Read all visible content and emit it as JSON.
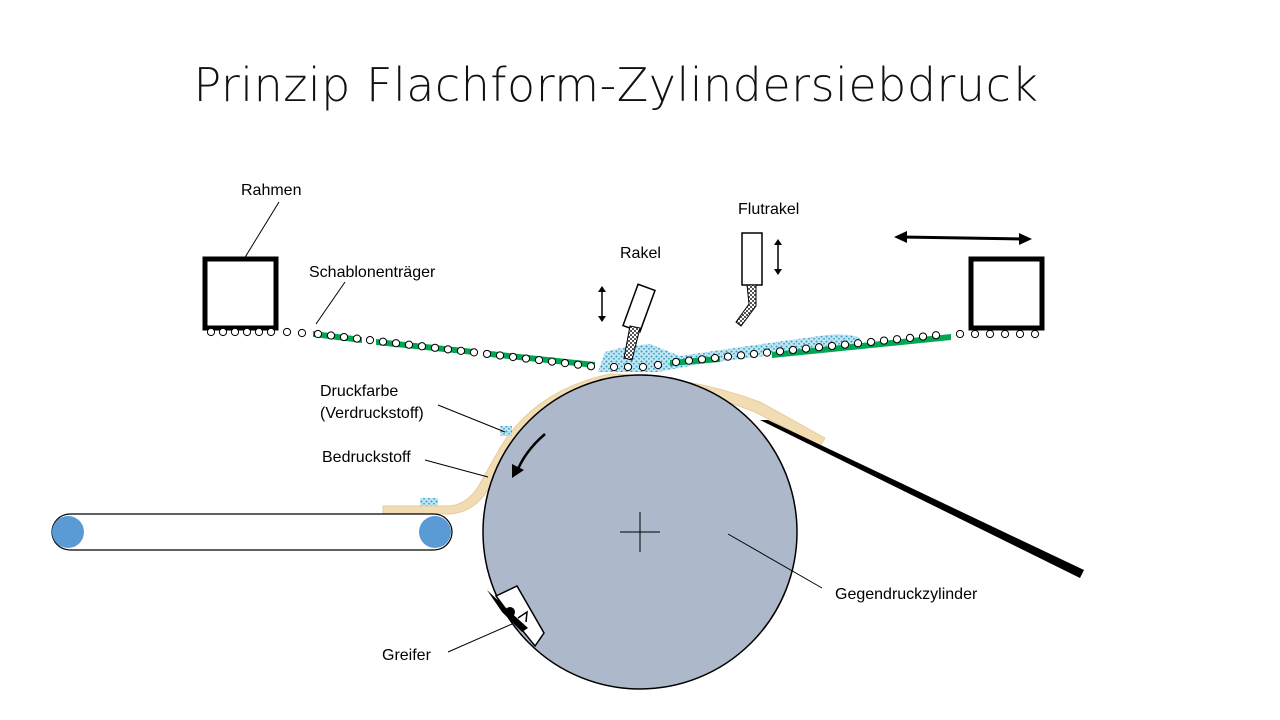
{
  "title": "Prinzip Flachform-Zylindersiebdruck",
  "labels": {
    "rahmen": "Rahmen",
    "schablonentraeger": "Schablonenträger",
    "rakel": "Rakel",
    "flutrakel": "Flutrakel",
    "druckfarbe": "Druckfarbe",
    "verdruckstoff": "(Verdruckstoff)",
    "bedruckstoff": "Bedruckstoff",
    "gegendruckzylinder": "Gegendruckzylinder",
    "greifer": "Greifer"
  },
  "colors": {
    "cylinder": "#adb9ca",
    "stencil": "#00a651",
    "ink": "#5bb8d4",
    "substrate": "#f2dcb3",
    "roller": "#5b9bd5",
    "outline": "#000000"
  }
}
